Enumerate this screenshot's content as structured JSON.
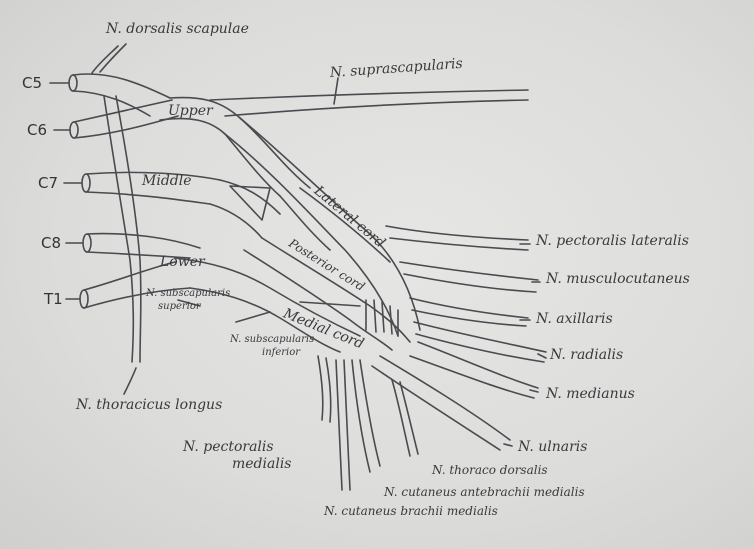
{
  "roots": [
    "C5",
    "C6",
    "C7",
    "C8",
    "T1"
  ],
  "trunks": {
    "upper": "Upper",
    "middle": "Middle",
    "lower": "Lower"
  },
  "cords": {
    "lateral": "Lateral cord",
    "posterior": "Posterior cord",
    "medial": "Medial cord"
  },
  "nerves": {
    "dorsalis_scapulae": "N. dorsalis scapulae",
    "suprascapularis": "N. suprascapularis",
    "pectoralis_lateralis": "N. pectoralis lateralis",
    "musculocutaneus": "N. musculocutaneus",
    "axillaris": "N. axillaris",
    "radialis": "N. radialis",
    "medianus": "N. medianus",
    "ulnaris": "N. ulnaris",
    "thoracodorsalis": "N. thoraco dorsalis",
    "cutaneus_antebrachii_medialis": "N. cutaneus antebrachii medialis",
    "cutaneus_brachii_medialis": "N. cutaneus brachii medialis",
    "pectoralis_medialis_1": "N. pectoralis",
    "pectoralis_medialis_2": "medialis",
    "thoracicus_longus": "N. thoracicus longus",
    "subscapularis_superior_1": "N. subscapularis",
    "subscapularis_superior_2": "superior",
    "subscapularis_inferior_1": "N. subscapularis",
    "subscapularis_inferior_2": "inferior"
  }
}
